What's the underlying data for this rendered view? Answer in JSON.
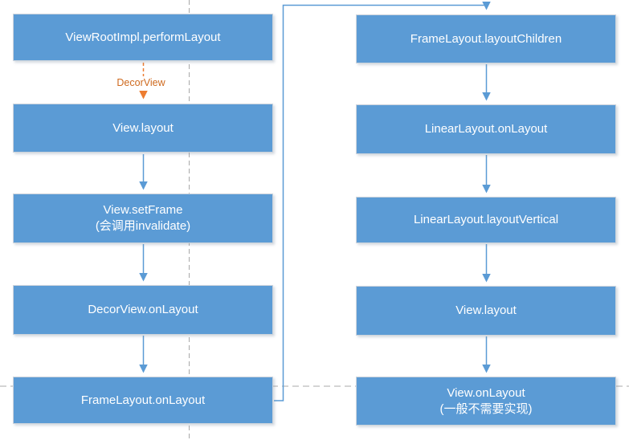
{
  "diagram": {
    "colors": {
      "node_fill": "#5B9BD5",
      "node_text": "#FFFFFF",
      "arrow_blue": "#5B9BD5",
      "arrow_orange": "#ED7D31",
      "edge_label_orange": "#CE6A1F",
      "guide_gray": "#A8A8A8"
    },
    "nodes": {
      "l1": {
        "label": "ViewRootImpl.performLayout"
      },
      "l2": {
        "label": "View.layout"
      },
      "l3": {
        "label": "View.setFrame",
        "label2": "(会调用invalidate)"
      },
      "l4": {
        "label": "DecorView.onLayout"
      },
      "l5": {
        "label": "FrameLayout.onLayout"
      },
      "r1": {
        "label": "FrameLayout.layoutChildren"
      },
      "r2": {
        "label": "LinearLayout.onLayout"
      },
      "r3": {
        "label": "LinearLayout.layoutVertical"
      },
      "r4": {
        "label": "View.layout"
      },
      "r5": {
        "label": "View.onLayout",
        "label2": "(一般不需要实现)"
      }
    },
    "edge_labels": {
      "decorview": "DecorView"
    }
  }
}
